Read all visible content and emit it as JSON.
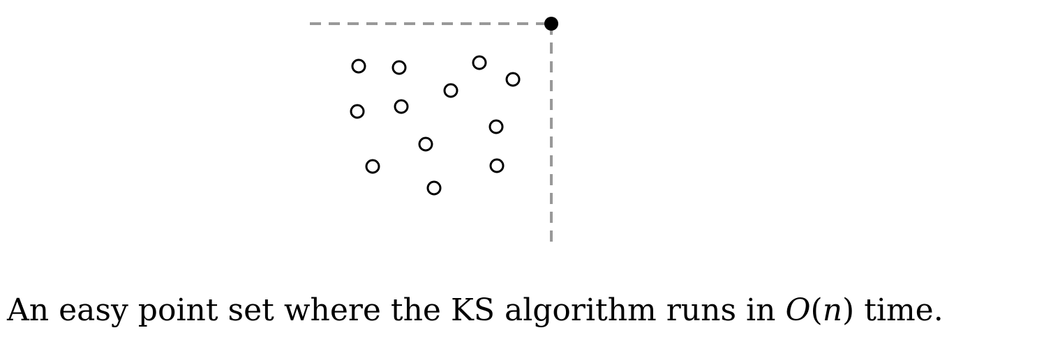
{
  "figure": {
    "colors": {
      "guide": "#999999",
      "point_stroke": "#000000",
      "point_fill": "#ffffff",
      "maximal_point": "#000000"
    }
  },
  "caption": {
    "prefix": "An easy point set where the KS algorithm runs in ",
    "math_fn": "O",
    "math_open": "(",
    "math_var": "n",
    "math_close": ")",
    "suffix": " time."
  }
}
